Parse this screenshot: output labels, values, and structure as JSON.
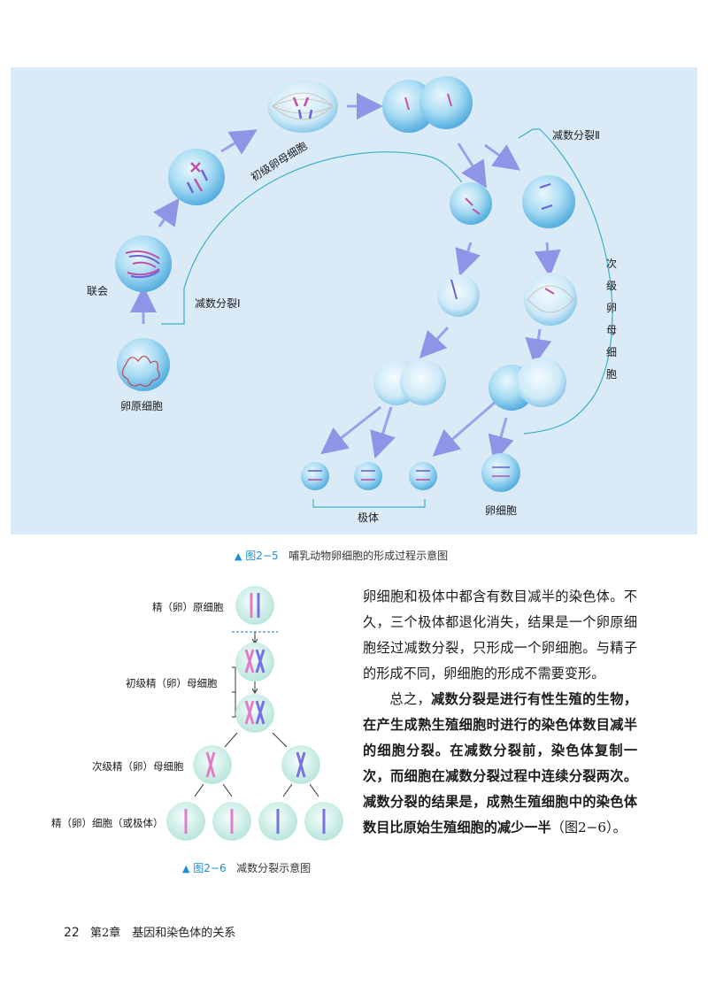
{
  "figure_2_5": {
    "labels": {
      "synapsis": "联会",
      "oogonium": "卵原细胞",
      "primary_oocyte": "初级卵母细胞",
      "meiosis_1": "减数分裂Ⅰ",
      "meiosis_2": "减数分裂Ⅱ",
      "secondary_oocyte": "次级卵母细胞",
      "polar_body": "极体",
      "egg_cell": "卵细胞"
    },
    "caption": {
      "marker": "▲",
      "number": "图2−5",
      "title": "哺乳动物卵细胞的形成过程示意图"
    },
    "colors": {
      "background": "#dbeaf7",
      "accent": "#1e8fd2",
      "cell": "#8fd0f0",
      "chromosome": "#c24fa8"
    }
  },
  "figure_2_6": {
    "labels": {
      "row1": "精（卵）原细胞",
      "row2": "初级精（卵）母细胞",
      "row3": "次级精（卵）母细胞",
      "row4": "精（卵）细胞（或极体）"
    },
    "caption": {
      "marker": "▲",
      "number": "图2−6",
      "title": "减数分裂示意图"
    }
  },
  "body": {
    "para1": "卵细胞和极体中都含有数目减半的染色体。不久，三个极体都退化消失，结果是一个卵原细胞经过减数分裂，只形成一个卵细胞。与精子的形成不同，卵细胞的形成不需要变形。",
    "para2_lead": "总之，",
    "para2_bold": "减数分裂是进行有性生殖的生物，在产生成熟生殖细胞时进行的染色体数目减半的细胞分裂。在减数分裂前，染色体复制一次，而细胞在减数分裂过程中连续分裂两次。减数分裂的结果是，成熟生殖细胞中的染色体数目比原始生殖细胞的减少一半",
    "para2_tail": "（图2−6）。"
  },
  "footer": {
    "page_number": "22",
    "chapter": "第2章　基因和染色体的关系"
  }
}
